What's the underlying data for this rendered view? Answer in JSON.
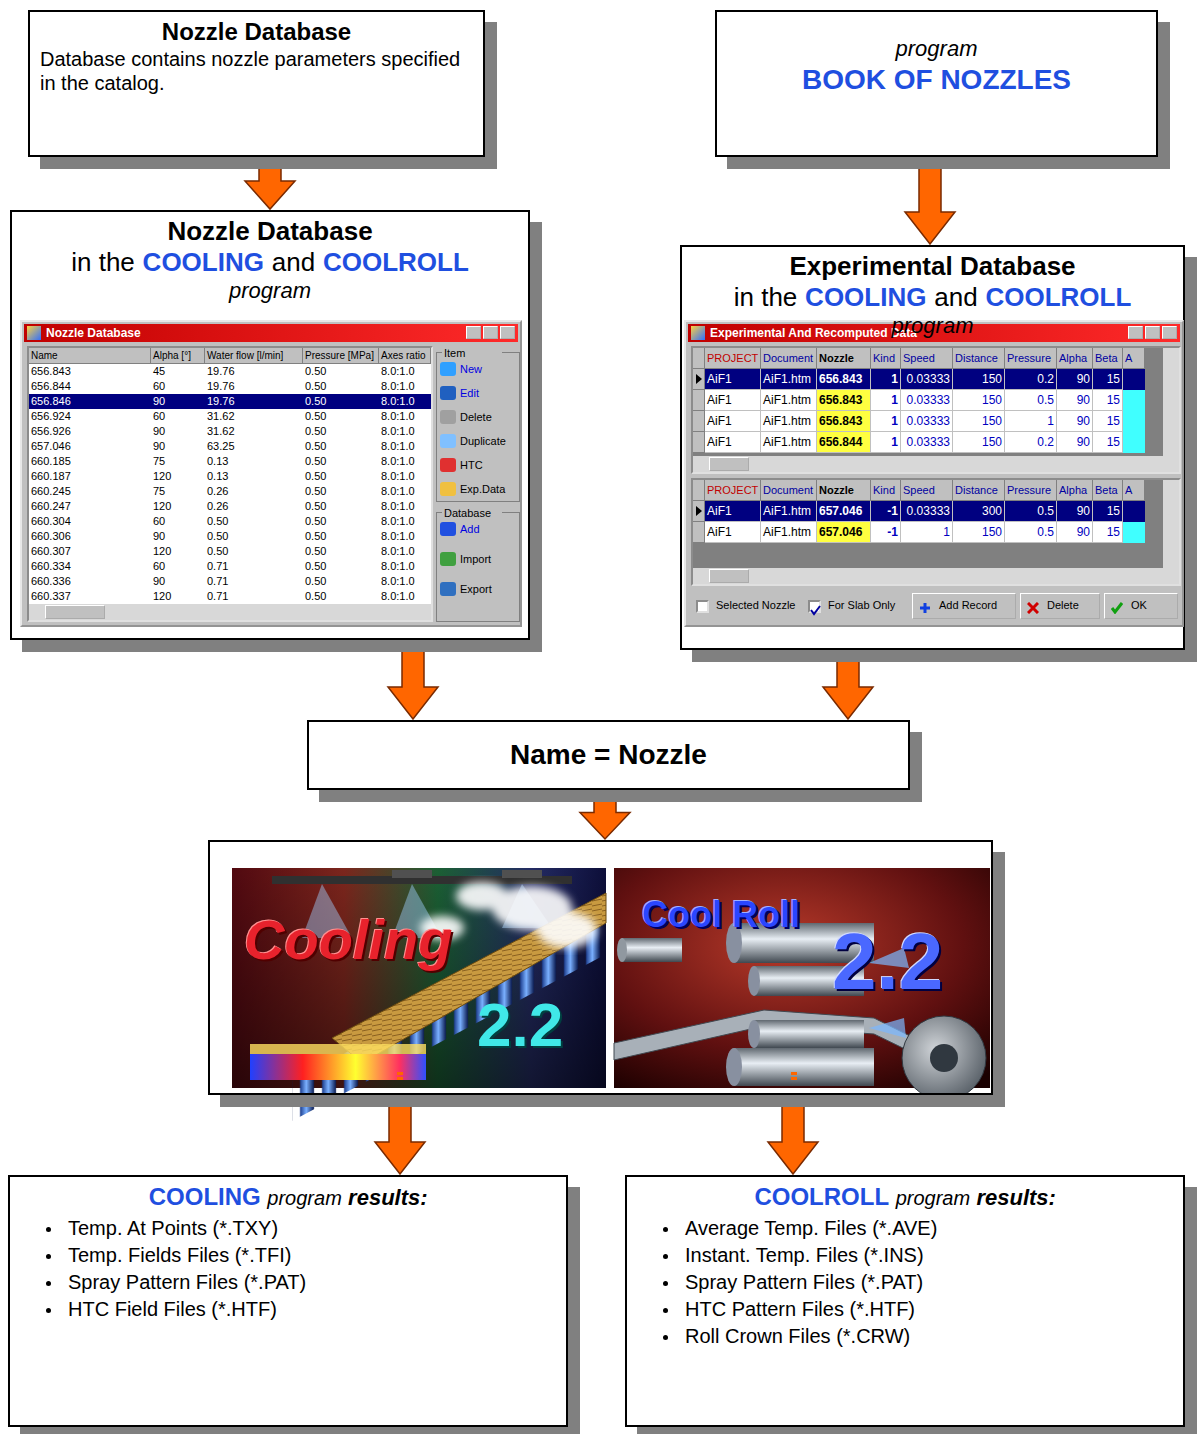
{
  "diagram": {
    "nodes": [
      {
        "text": [
          "Nozzle Database",
          "Database contains nozzle parameters specified in the catalog."
        ]
      },
      {
        "text": [
          "program",
          "BOOK OF NOZZLES"
        ]
      },
      {
        "text": [
          "Nozzle Database",
          "in the",
          "COOLING",
          "and",
          "COOLROLL",
          "program"
        ]
      },
      {
        "text": [
          "Nozzle Database"
        ],
        "in": 2
      },
      {
        "text": [
          "Experimental Database",
          "in the",
          "COOLING",
          "and",
          "COOLROLL",
          "program"
        ]
      },
      {
        "text": [
          "Experimental And Recomputed Data"
        ],
        "in": 4
      },
      {
        "text": [
          "Name = Nozzle"
        ]
      },
      {
        "text": [
          "Cooling",
          "2.2",
          "Cool Roll",
          "2.2"
        ]
      },
      {
        "text": [
          "COOLING",
          "program",
          "results:",
          "Temp. At Points (*.TXY)",
          "Temp. Fields Files (*.TFI)",
          "Spray Pattern Files (*.PAT)",
          "HTC Field Files (*.HTF)"
        ]
      },
      {
        "text": [
          "COOLROLL",
          "program",
          "results:",
          "Average Temp. Files (*.AVE)",
          "Instant. Temp. Files (*.INS)",
          "Spray Pattern Files (*.PAT)",
          "HTC Pattern Files (*.HTF)",
          "Roll Crown Files (*.CRW)"
        ]
      }
    ],
    "edges": [
      {
        "from": 0,
        "to": 2,
        "arrow": "to"
      },
      {
        "from": 1,
        "to": 4,
        "arrow": "to"
      },
      {
        "from": 2,
        "to": 6,
        "arrow": "to"
      },
      {
        "from": 4,
        "to": 6,
        "arrow": "to"
      },
      {
        "from": 6,
        "to": 7,
        "arrow": "to"
      },
      {
        "from": 7,
        "to": 8,
        "arrow": "to"
      },
      {
        "from": 7,
        "to": 9,
        "arrow": "to"
      }
    ],
    "labels": [
      "Name",
      "Alpha [°]",
      "Water flow [l/min]",
      "Pressure [MPa]",
      "Axes ratio",
      "656.843",
      "45",
      "19.76",
      "0.50",
      "8.0:1.0",
      "656.844",
      "60",
      "19.76",
      "0.50",
      "8.0:1.0",
      "656.846",
      "90",
      "19.76",
      "0.50",
      "8.0:1.0",
      "656.924",
      "60",
      "31.62",
      "0.50",
      "8.0:1.0",
      "656.926",
      "90",
      "31.62",
      "0.50",
      "8.0:1.0",
      "657.046",
      "90",
      "63.25",
      "0.50",
      "8.0:1.0",
      "660.185",
      "75",
      "0.13",
      "0.50",
      "8.0:1.0",
      "660.187",
      "120",
      "0.13",
      "0.50",
      "8.0:1.0",
      "660.245",
      "75",
      "0.26",
      "0.50",
      "8.0:1.0",
      "660.247",
      "120",
      "0.26",
      "0.50",
      "8.0:1.0",
      "660.304",
      "60",
      "0.50",
      "0.50",
      "8.0:1.0",
      "660.306",
      "90",
      "0.50",
      "0.50",
      "8.0:1.0",
      "660.307",
      "120",
      "0.50",
      "0.50",
      "8.0:1.0",
      "660.334",
      "60",
      "0.71",
      "0.50",
      "8.0:1.0",
      "660.336",
      "90",
      "0.71",
      "0.50",
      "8.0:1.0",
      "660.337",
      "120",
      "0.71",
      "0.50",
      "8.0:1.0",
      "Item",
      "New",
      "Edit",
      "Delete",
      "Duplicate",
      "HTC",
      "Exp.Data",
      "Database",
      "Add",
      "Import",
      "Export",
      "PROJECT",
      "Document",
      "Nozzle",
      "Kind",
      "Speed",
      "Distance",
      "Pressure",
      "Alpha",
      "Beta",
      "A",
      "AiF1",
      "AiF1.htm",
      "656.843",
      "1",
      "0.03333",
      "150",
      "0.2",
      "90",
      "15",
      "AiF1",
      "AiF1.htm",
      "656.843",
      "1",
      "0.03333",
      "150",
      "0.5",
      "90",
      "15",
      "AiF1",
      "AiF1.htm",
      "656.843",
      "1",
      "0.03333",
      "150",
      "1",
      "90",
      "15",
      "AiF1",
      "AiF1.htm",
      "656.844",
      "1",
      "0.03333",
      "150",
      "0.2",
      "90",
      "15",
      "PROJECT",
      "Document",
      "Nozzle",
      "Kind",
      "Speed",
      "Distance",
      "Pressure",
      "Alpha",
      "Beta",
      "A",
      "AiF1",
      "AiF1.htm",
      "657.046",
      "-1",
      "0.03333",
      "300",
      "0.5",
      "90",
      "15",
      "AiF1",
      "AiF1.htm",
      "657.046",
      "-1",
      "1",
      "150",
      "0.5",
      "90",
      "15",
      "Selected Nozzle",
      "For Slab Only",
      "Add Record",
      "Delete",
      "OK"
    ]
  }
}
